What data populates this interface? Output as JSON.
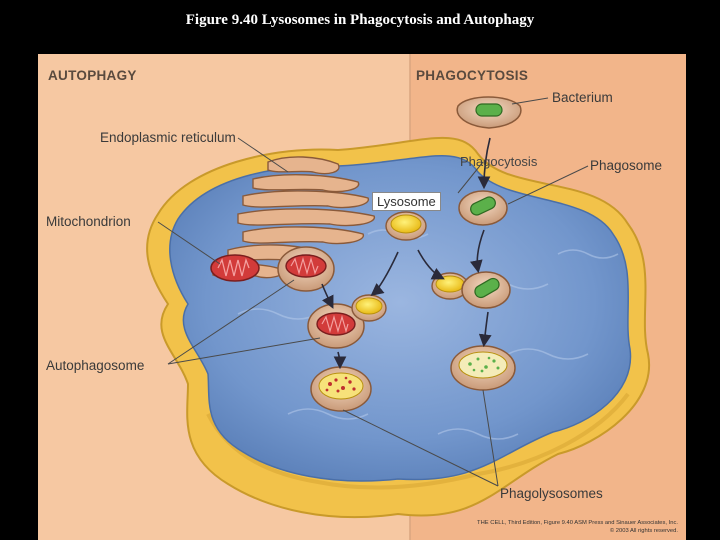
{
  "slide": {
    "title": "Figure 9.40  Lysosomes in Phagocytosis and Autophagy"
  },
  "figure": {
    "panels": {
      "autophagy": "AUTOPHAGY",
      "phagocytosis": "PHAGOCYTOSIS"
    },
    "labels": {
      "endoplasmic_reticulum": "Endoplasmic reticulum",
      "mitochondrion": "Mitochondrion",
      "autophagosome": "Autophagosome",
      "bacterium": "Bacterium",
      "phagocytosis": "Phagocytosis",
      "phagosome": "Phagosome",
      "lysosome": "Lysosome",
      "phagolysosomes": "Phagolysosomes"
    },
    "credit": {
      "line1": "THE CELL, Third Edition, Figure 9.40  ASM Press and Sinauer Associates, Inc.",
      "line2": "© 2003 All rights reserved."
    },
    "colors": {
      "autophagy_panel": "#f6c8a2",
      "phagocytosis_panel": "#f2b58a",
      "cytoplasm": "#7f9fd2",
      "membrane": "#f2c24a",
      "mitochondrion": "#d23b3a",
      "lysosome": "#f7d52a",
      "bacterium": "#5bb04a"
    }
  }
}
